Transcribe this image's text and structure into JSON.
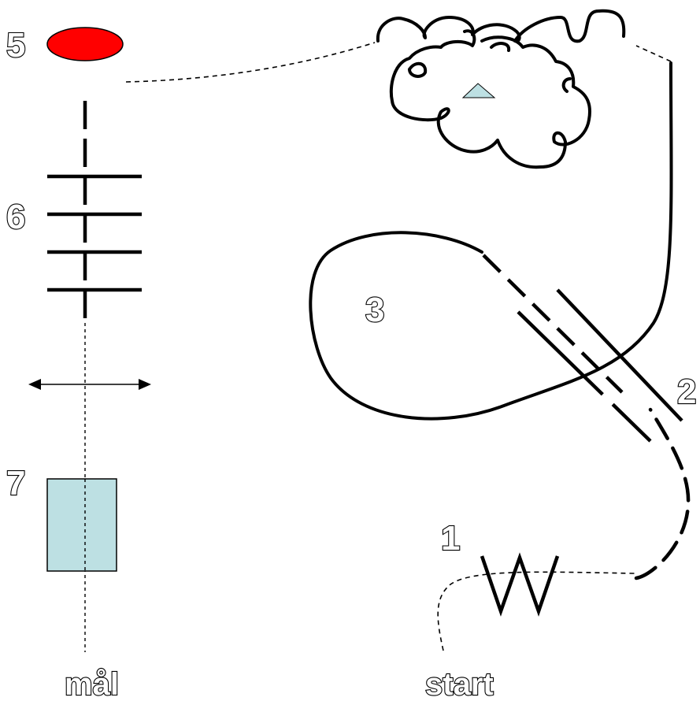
{
  "labels": {
    "n1": "1",
    "n2": "2",
    "n3": "3",
    "n5": "5",
    "n6": "6",
    "n7": "7",
    "goal": "mål",
    "start": "start"
  },
  "colors": {
    "obstacle5_fill": "#ff0000",
    "obstacle7_fill": "#bde0e3",
    "cloud_marker_fill": "#bde0e3",
    "line": "#000000",
    "background": "#ffffff"
  }
}
